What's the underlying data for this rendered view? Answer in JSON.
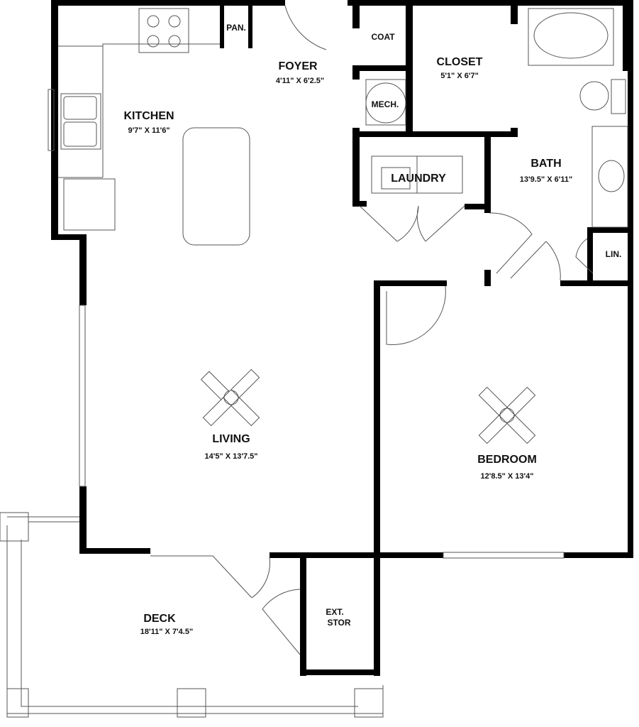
{
  "rooms": {
    "kitchen": {
      "name": "KITCHEN",
      "dims": "9'7\" X 11'6\""
    },
    "pantry": {
      "name": "PAN."
    },
    "foyer": {
      "name": "FOYER",
      "dims": "4'11\" X 6'2.5\""
    },
    "coat": {
      "name": "COAT"
    },
    "mech": {
      "name": "MECH."
    },
    "closet": {
      "name": "CLOSET",
      "dims": "5'1\" X 6'7\""
    },
    "laundry": {
      "name": "LAUNDRY"
    },
    "bath": {
      "name": "BATH",
      "dims": "13'9.5\" X 6'11\""
    },
    "linen": {
      "name": "LIN."
    },
    "living": {
      "name": "LIVING",
      "dims": "14'5\" X 13'7.5\""
    },
    "bedroom": {
      "name": "BEDROOM",
      "dims": "12'8.5\" X 13'4\""
    },
    "deck": {
      "name": "DECK",
      "dims": "18'11\" X 7'4.5\""
    },
    "ext_stor": {
      "name_line1": "EXT.",
      "name_line2": "STOR"
    }
  }
}
